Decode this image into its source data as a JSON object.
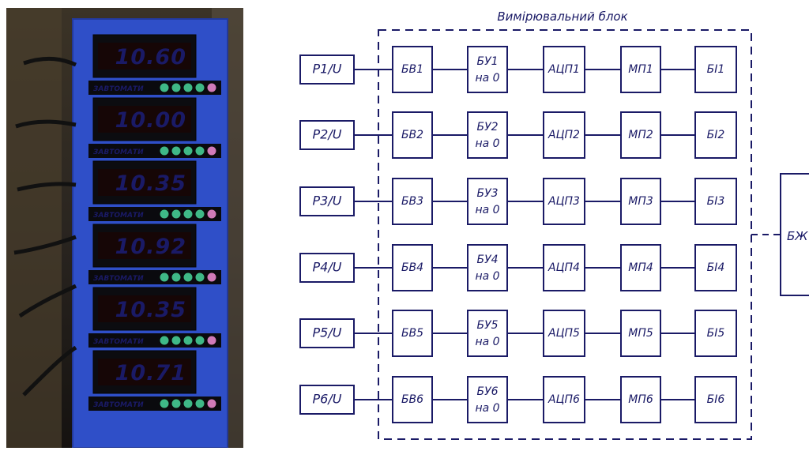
{
  "photo": {
    "display_readings": [
      "10.60",
      "10.00",
      "10.35",
      "10.92",
      "10.35",
      "10.71"
    ],
    "panel_brand": "ЗАВТОМАТИ"
  },
  "diagram": {
    "block_title": "Вимірювальний блок",
    "output_block": "БЖ",
    "rows": [
      {
        "sensor": "P1/U",
        "bv": "БВ1",
        "bu_top": "БУ1",
        "bu_bottom": "на 0",
        "adc": "АЦП1",
        "mp": "МП1",
        "bi": "БІ1"
      },
      {
        "sensor": "P2/U",
        "bv": "БВ2",
        "bu_top": "БУ2",
        "bu_bottom": "на 0",
        "adc": "АЦП2",
        "mp": "МП2",
        "bi": "БІ2"
      },
      {
        "sensor": "P3/U",
        "bv": "БВ3",
        "bu_top": "БУ3",
        "bu_bottom": "на 0",
        "adc": "АЦП3",
        "mp": "МП3",
        "bi": "БІ3"
      },
      {
        "sensor": "P4/U",
        "bv": "БВ4",
        "bu_top": "БУ4",
        "bu_bottom": "на 0",
        "adc": "АЦП4",
        "mp": "МП4",
        "bi": "БІ4"
      },
      {
        "sensor": "P5/U",
        "bv": "БВ5",
        "bu_top": "БУ5",
        "bu_bottom": "на 0",
        "adc": "АЦП5",
        "mp": "МП5",
        "bi": "БІ5"
      },
      {
        "sensor": "P6/U",
        "bv": "БВ6",
        "bu_top": "БУ6",
        "bu_bottom": "на 0",
        "adc": "АЦП6",
        "mp": "МП6",
        "bi": "БІ6"
      }
    ]
  },
  "colors": {
    "panel_blue": "#2f4fc8",
    "display_red": "#ff2a1a",
    "line_navy": "#1a1a66"
  }
}
